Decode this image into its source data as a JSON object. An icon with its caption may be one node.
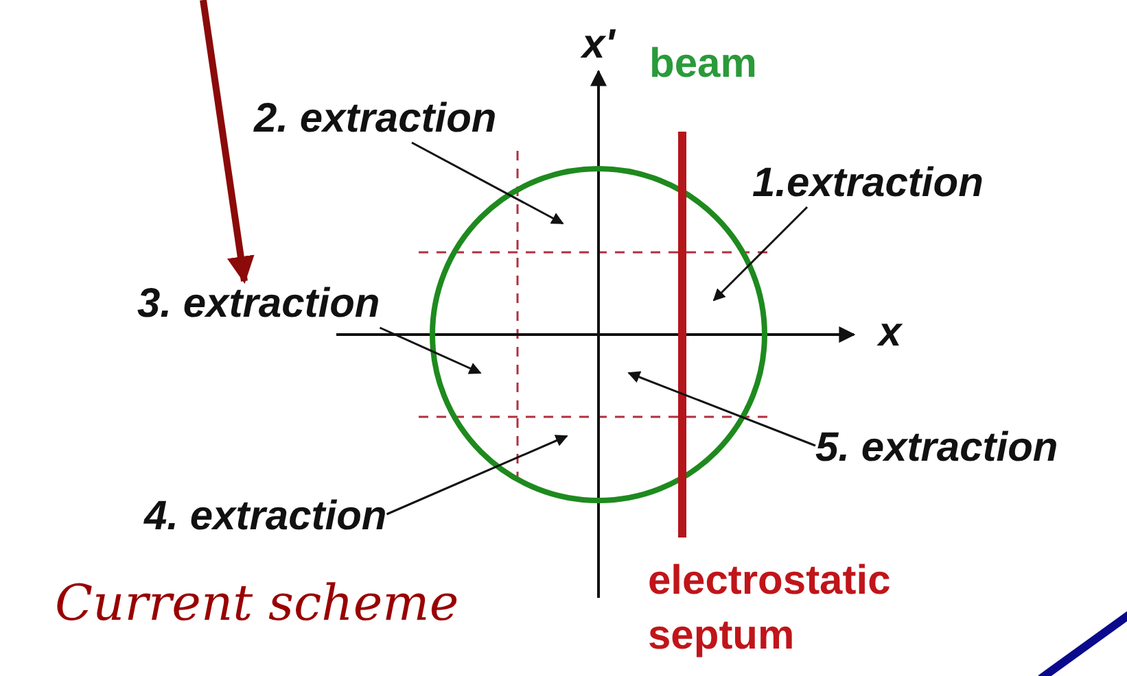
{
  "diagram": {
    "nodes": [
      {
        "text": [
          "2. extraction"
        ]
      },
      {
        "text": [
          "1.extraction"
        ]
      },
      {
        "text": [
          "3. extraction"
        ]
      },
      {
        "text": [
          "5. extraction"
        ]
      },
      {
        "text": [
          "4. extraction"
        ]
      },
      {
        "text": [],
        "shape": "circle"
      }
    ],
    "edges": [
      {
        "from": null,
        "to": 2,
        "arrow": "to",
        "style": "thick",
        "color": "#8b0a0a"
      },
      {
        "from": 0,
        "to": 5,
        "arrow": "to"
      },
      {
        "from": 1,
        "to": 5,
        "arrow": "to"
      },
      {
        "from": 2,
        "to": 5,
        "arrow": "to"
      },
      {
        "from": 3,
        "to": 5,
        "arrow": "to"
      },
      {
        "from": 4,
        "to": 5,
        "arrow": "to"
      }
    ],
    "labels": [
      "x'",
      "beam",
      "x",
      "electrostatic septum",
      "Current scheme"
    ]
  }
}
